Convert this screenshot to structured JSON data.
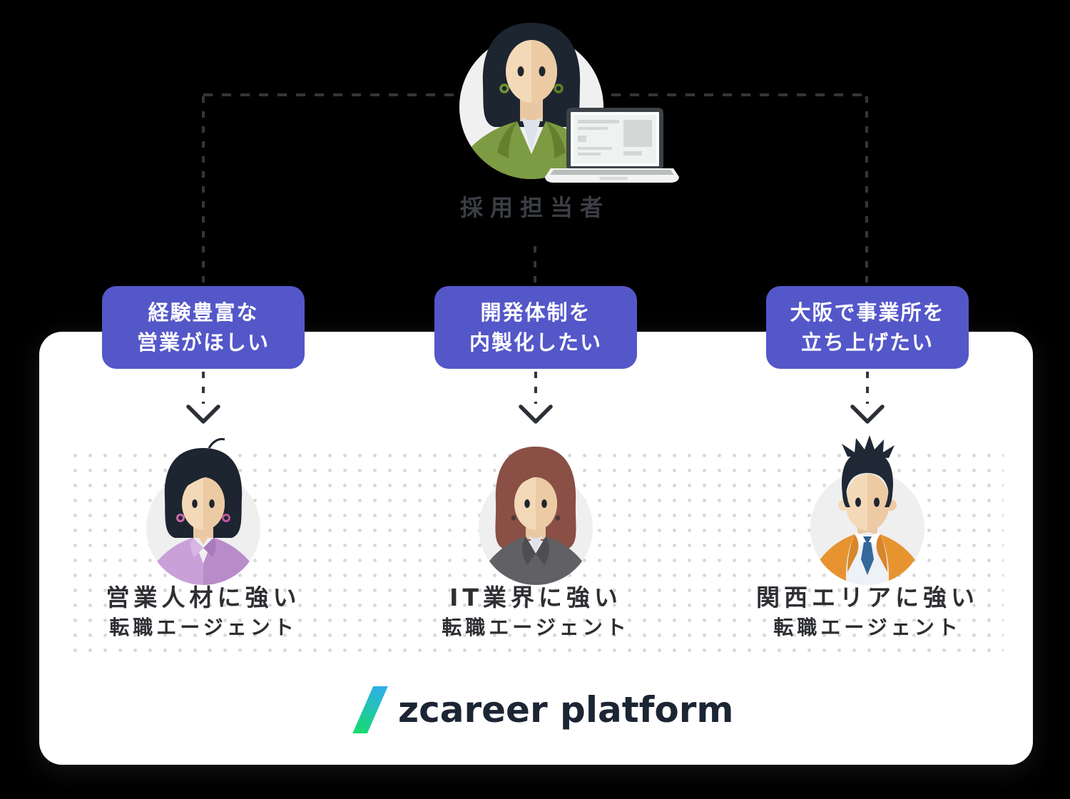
{
  "recruiter": {
    "label": "採用担当者"
  },
  "needs": [
    {
      "line1": "経験豊富な",
      "line2": "営業がほしい"
    },
    {
      "line1": "開発体制を",
      "line2": "内製化したい"
    },
    {
      "line1": "大阪で事業所を",
      "line2": "立ち上げたい"
    }
  ],
  "agents": [
    {
      "line1": "営業人材に強い",
      "line2": "転職エージェント",
      "persona": "woman-purple-blouse"
    },
    {
      "line1": "IT業界に強い",
      "line2": "転職エージェント",
      "persona": "woman-gray-suit"
    },
    {
      "line1": "関西エリアに強い",
      "line2": "転職エージェント",
      "persona": "man-orange-jacket"
    }
  ],
  "logo": {
    "text": "zcareer platform"
  },
  "colors": {
    "background": "#000000",
    "card": "#ffffff",
    "need_box": "#5457c8",
    "need_box_text": "#ffffff",
    "connector": "#33363c",
    "label_text": "#3b3e44",
    "agent_text": "#2d2f33",
    "dot_grid": "#d8d8d8",
    "logo_text": "#1c2534",
    "logo_gradient_green": "#15dc6a",
    "logo_gradient_blue": "#2fadf1"
  }
}
